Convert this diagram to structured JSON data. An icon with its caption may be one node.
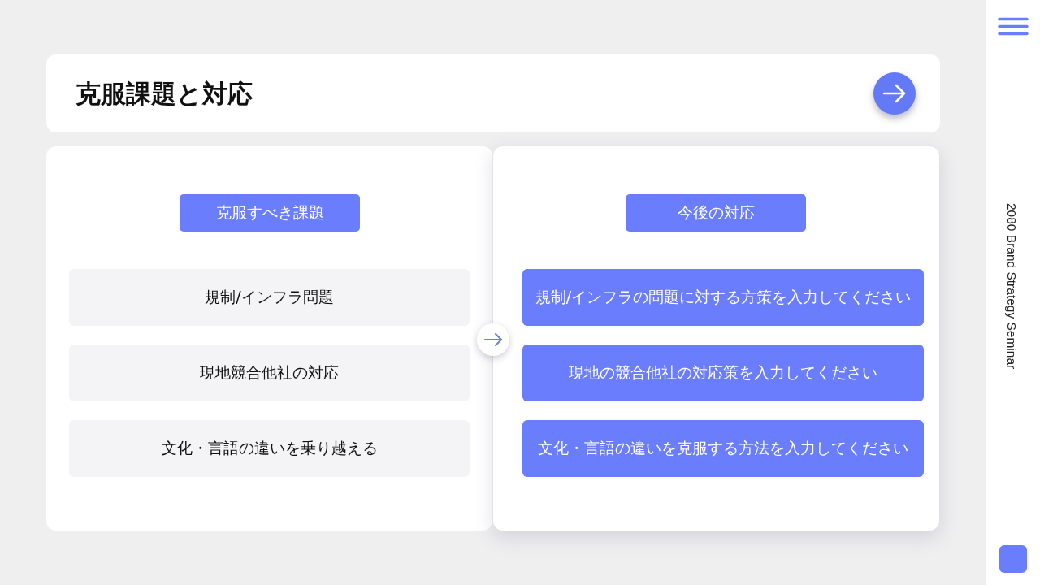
{
  "diagram": {
    "title": "克服課題と対応",
    "nodes": [
      {
        "text": [],
        "shape": "box"
      },
      {
        "text": [
          "克服すべき課題"
        ],
        "in": 0
      },
      {
        "text": [
          "規制/インフラ問題"
        ],
        "in": 0
      },
      {
        "text": [
          "現地競合他社の対応"
        ],
        "in": 0
      },
      {
        "text": [
          "文化・言語の違いを乗り越える"
        ],
        "in": 0
      },
      {
        "text": [],
        "shape": "box"
      },
      {
        "text": [
          "今後の対応"
        ],
        "in": 5
      },
      {
        "text": [
          "規制/インフラの問題に対する方策を入力してください"
        ],
        "in": 5
      },
      {
        "text": [
          "現地の競合他社の対応策を入力してください"
        ],
        "in": 5
      },
      {
        "text": [
          "文化・言語の違いを克服する方法を入力してください"
        ],
        "in": 5
      }
    ],
    "edges": [
      {
        "from": 0,
        "to": 5,
        "arrow": "to"
      }
    ],
    "labels": [
      "2080 Brand Strategy Seminar"
    ]
  }
}
